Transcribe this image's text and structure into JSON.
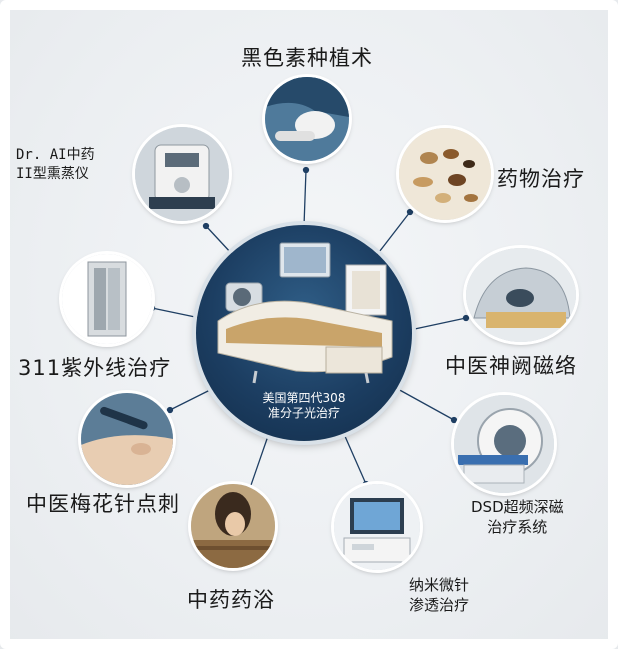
{
  "center": {
    "caption_line1": "美国第四代308",
    "caption_line2": "准分子光治疗"
  },
  "therapies": [
    {
      "id": "melanin",
      "label_lines": [
        "黑色素种植术"
      ]
    },
    {
      "id": "medicine",
      "label_lines": [
        "药物治疗"
      ]
    },
    {
      "id": "magnetic",
      "label_lines": [
        "中医神阙磁络"
      ]
    },
    {
      "id": "dsd",
      "label_lines": [
        "DSD超频深磁",
        "治疗系统"
      ]
    },
    {
      "id": "microneedle",
      "label_lines": [
        "纳米微针",
        "渗透治疗"
      ]
    },
    {
      "id": "herbal-bath",
      "label_lines": [
        "中药药浴"
      ]
    },
    {
      "id": "plum-needle",
      "label_lines": [
        "中医梅花针点刺"
      ]
    },
    {
      "id": "uv311",
      "label_lines": [
        "311紫外线治疗"
      ]
    },
    {
      "id": "fumigation",
      "label_lines": [
        "Dr. AI中药",
        "II型熏蒸仪"
      ]
    }
  ],
  "colors": {
    "center_bg": "#1c3e62",
    "connector": "#1f3f63",
    "text": "#1a1a1a"
  }
}
